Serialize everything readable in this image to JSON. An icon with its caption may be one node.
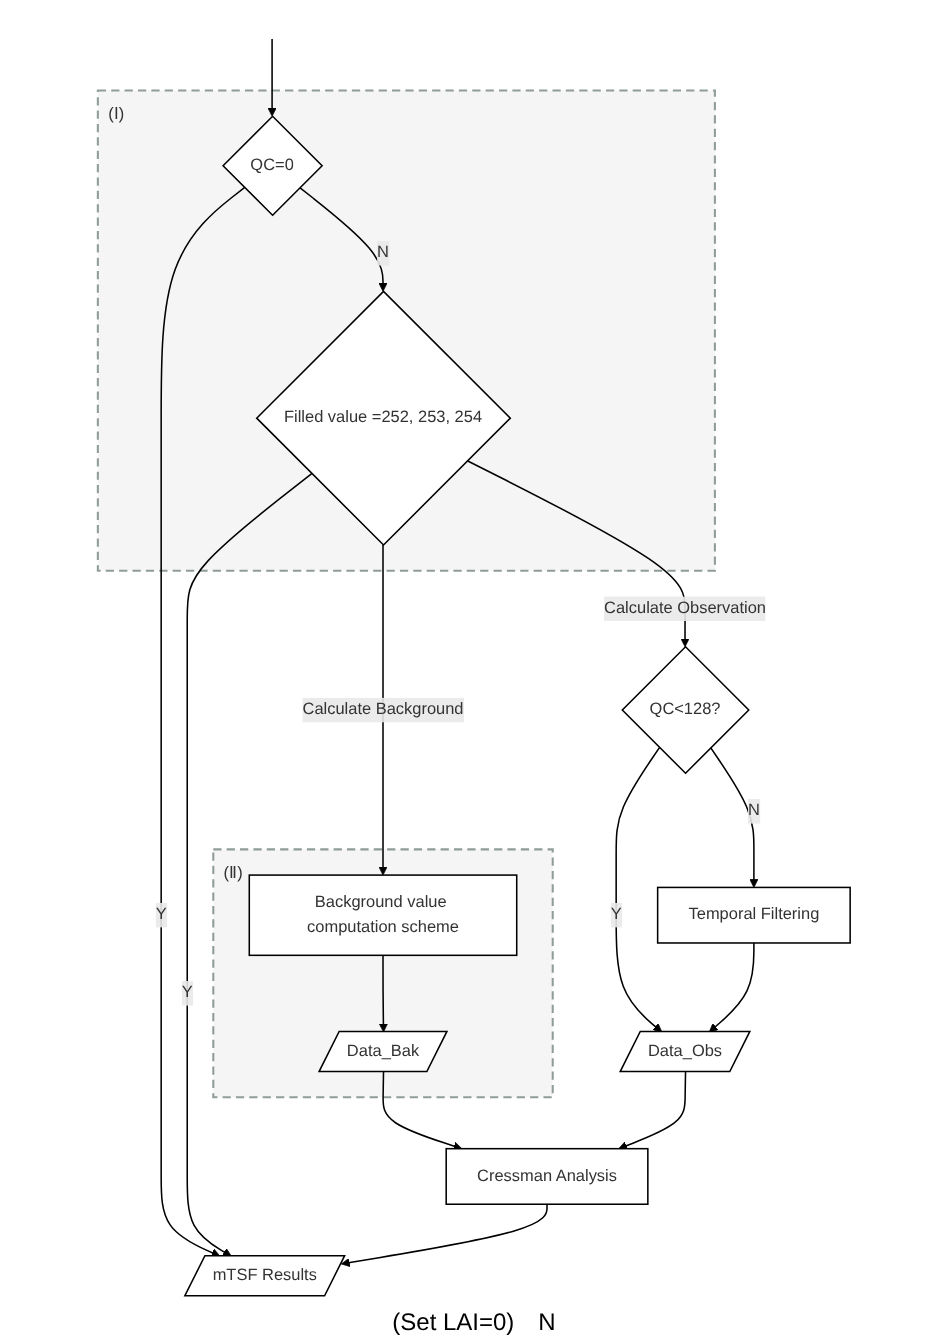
{
  "diagram": {
    "nodes": [
      {
        "text": [
          "(Ⅰ)"
        ]
      },
      {
        "text": [
          "QC=0"
        ],
        "in": 0
      },
      {
        "text": [
          "Filled value =252, 253, 254"
        ],
        "in": 0
      },
      {
        "text": [
          "(Ⅱ)"
        ]
      },
      {
        "text": [
          "Background value computation scheme"
        ],
        "in": 3
      },
      {
        "text": [
          "Data_Bak"
        ],
        "in": 3
      },
      {
        "text": [
          "QC<128?"
        ]
      },
      {
        "text": [
          "Temporal Filtering"
        ]
      },
      {
        "text": [
          "Data_Obs"
        ]
      },
      {
        "text": [
          "Cressman Analysis"
        ]
      },
      {
        "text": [
          "mTSF Results"
        ]
      }
    ],
    "edges": [
      {
        "from": null,
        "to": 1,
        "arrow": "to"
      },
      {
        "from": 1,
        "to": 2,
        "arrow": "to",
        "label": "N"
      },
      {
        "from": 1,
        "to": 10,
        "arrow": "to",
        "label": "Y"
      },
      {
        "from": 2,
        "to": 10,
        "arrow": "to",
        "label": "Y"
      },
      {
        "from": 2,
        "to": 4,
        "arrow": "to",
        "label": "Calculate Background"
      },
      {
        "from": 2,
        "to": 6,
        "arrow": "to",
        "label": "Calculate Observation"
      },
      {
        "from": 6,
        "to": 7,
        "arrow": "to",
        "label": "N"
      },
      {
        "from": 6,
        "to": 8,
        "arrow": "to",
        "label": "Y"
      },
      {
        "from": 4,
        "to": 5,
        "arrow": "to"
      },
      {
        "from": 7,
        "to": 8,
        "arrow": "to"
      },
      {
        "from": 5,
        "to": 9,
        "arrow": "to"
      },
      {
        "from": 8,
        "to": 9,
        "arrow": "to"
      },
      {
        "from": 9,
        "to": 10,
        "arrow": "to"
      }
    ],
    "labels": [
      "(Set LAI=0)",
      "N"
    ]
  }
}
